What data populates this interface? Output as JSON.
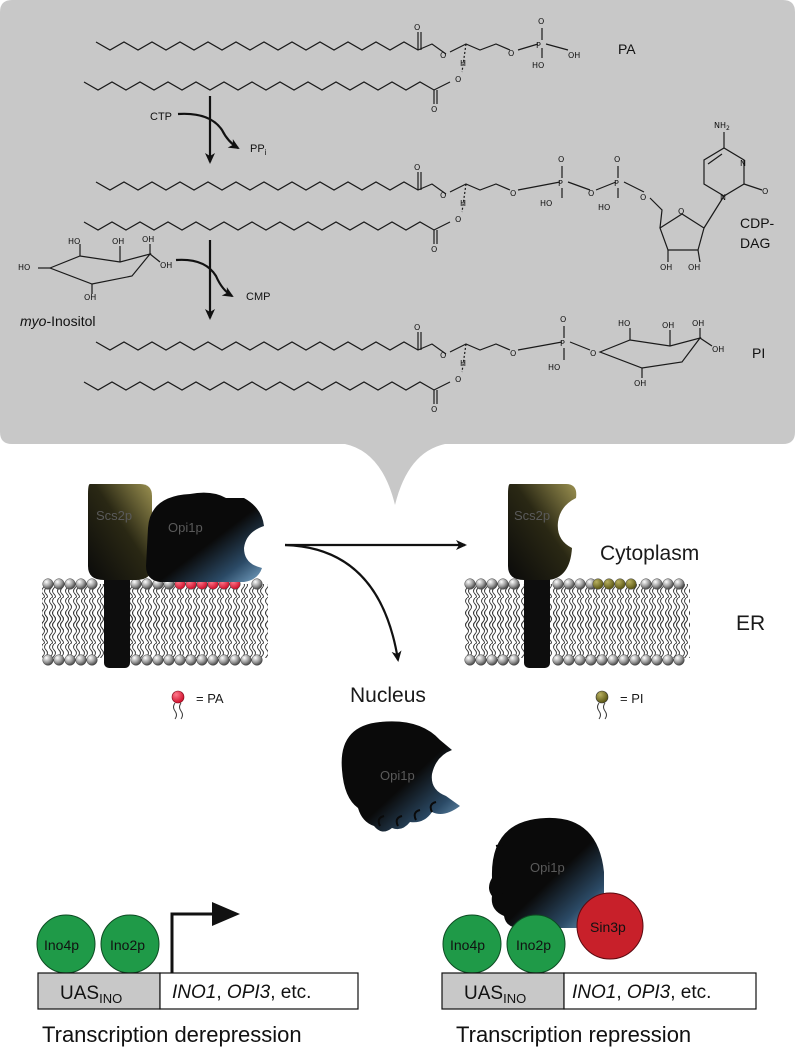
{
  "pathway": {
    "pa_label": "PA",
    "cdp_dag_label_1": "CDP-",
    "cdp_dag_label_2": "DAG",
    "pi_label": "PI",
    "ctp_label": "CTP",
    "ppi_label": "PP",
    "ppi_sub": "i",
    "cmp_label": "CMP",
    "myo_prefix": "myo",
    "myo_suffix": "-Inositol",
    "atoms": {
      "o": "O",
      "oh": "OH",
      "ho": "HO",
      "h": "H",
      "p": "P",
      "n": "N",
      "nh2": "NH",
      "nh2_sub": "2"
    }
  },
  "membrane": {
    "scs2p_label": "Scs2p",
    "opi1p_label": "Opi1p",
    "cytoplasm_label": "Cytoplasm",
    "er_label": "ER",
    "nucleus_label": "Nucleus",
    "pa_legend": "= PA",
    "pi_legend": "= PI"
  },
  "promoter": {
    "ino4p_label": "Ino4p",
    "ino2p_label": "Ino2p",
    "sin3p_label": "Sin3p",
    "opi1p_label": "Opi1p",
    "uas_main": "UAS",
    "uas_sub": "INO",
    "genes_1": "INO1",
    "genes_sep": ", ",
    "genes_2": "OPI3",
    "genes_end": ", etc.",
    "left_caption": "Transcription derepression",
    "right_caption": "Transcription repression"
  },
  "colors": {
    "panel_bg": "#c8c8c8",
    "protein_black": "#0d0d0d",
    "scs2p_tint": "#6b6232",
    "pa_red": "#e0203c",
    "pi_olive": "#6e6a1e",
    "ino_green": "#1f9a48",
    "sin3_red": "#c8202a"
  }
}
